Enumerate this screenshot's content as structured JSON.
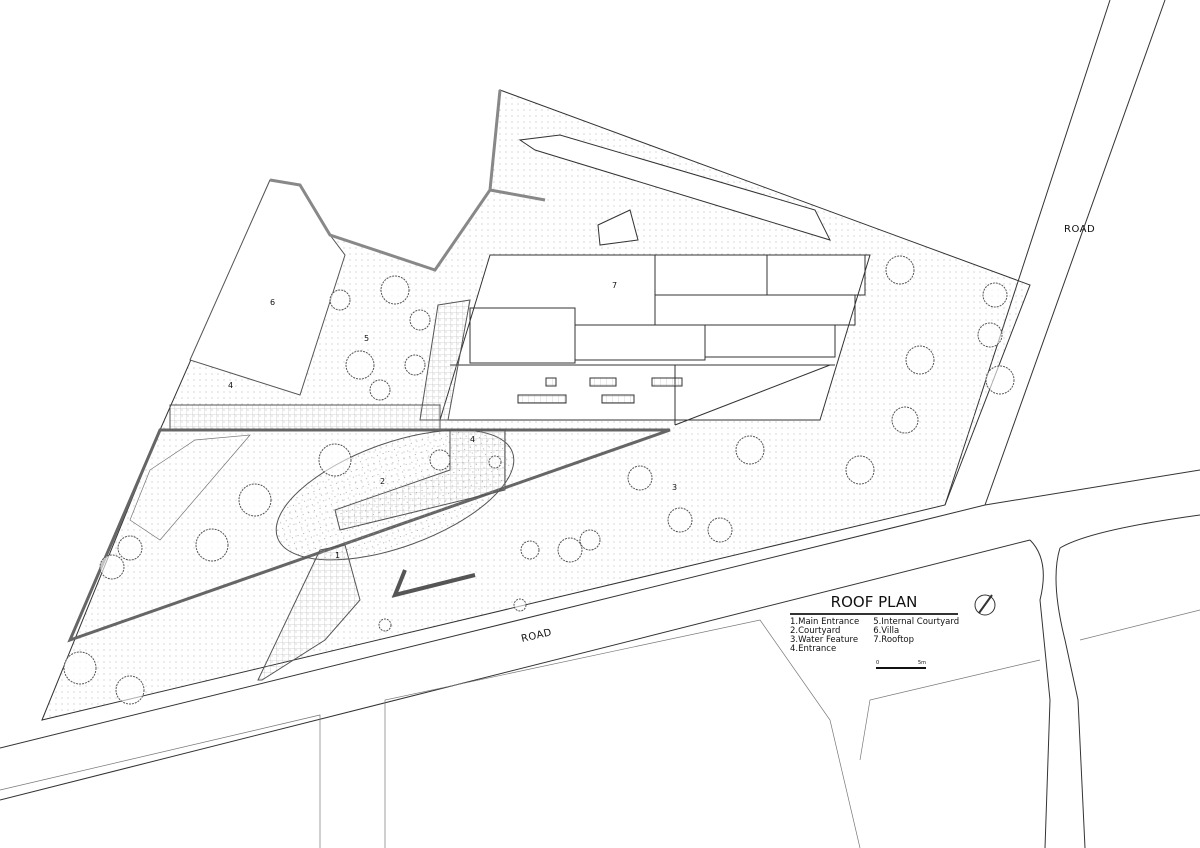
{
  "title": "ROOF PLAN",
  "legend": {
    "left": [
      "1.Main Entrance",
      "2.Courtyard",
      "3.Water Feature",
      "4.Entrance"
    ],
    "right": [
      "5.Internal Courtyard",
      "6.Villa",
      "7.Rooftop"
    ]
  },
  "scale": {
    "start": "0",
    "end": "5m"
  },
  "road_labels": [
    "ROAD",
    "ROAD"
  ],
  "area_labels": [
    "1",
    "2",
    "3",
    "4",
    "4",
    "5",
    "6",
    "7"
  ]
}
